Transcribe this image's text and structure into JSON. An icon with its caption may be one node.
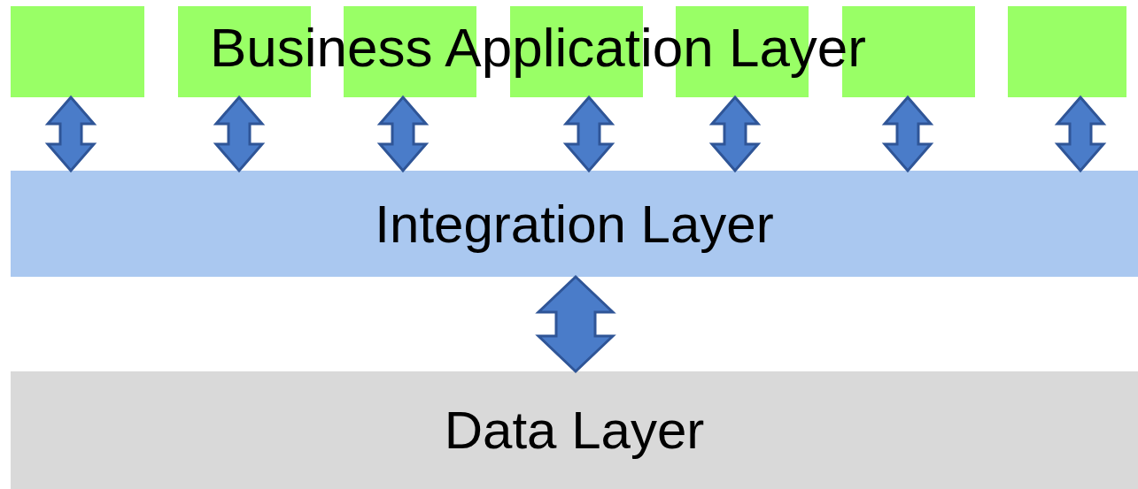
{
  "diagram": {
    "nodes": [
      {
        "text": [],
        "shape": "box"
      },
      {
        "text": [],
        "shape": "box"
      },
      {
        "text": [],
        "shape": "box"
      },
      {
        "text": [],
        "shape": "box"
      },
      {
        "text": [],
        "shape": "box"
      },
      {
        "text": [],
        "shape": "box"
      },
      {
        "text": [],
        "shape": "box"
      },
      {
        "text": [
          "Integration Layer"
        ]
      },
      {
        "text": [
          "Data Layer"
        ]
      }
    ],
    "edges": [
      {
        "from": 0,
        "to": 7,
        "arrow": "both"
      },
      {
        "from": 1,
        "to": 7,
        "arrow": "both"
      },
      {
        "from": 2,
        "to": 7,
        "arrow": "both"
      },
      {
        "from": 3,
        "to": 7,
        "arrow": "both"
      },
      {
        "from": 4,
        "to": 7,
        "arrow": "both"
      },
      {
        "from": 5,
        "to": 7,
        "arrow": "both"
      },
      {
        "from": 6,
        "to": 7,
        "arrow": "both"
      },
      {
        "from": 7,
        "to": 8,
        "arrow": "both"
      }
    ],
    "labels": [
      "Business Application Layer"
    ]
  }
}
